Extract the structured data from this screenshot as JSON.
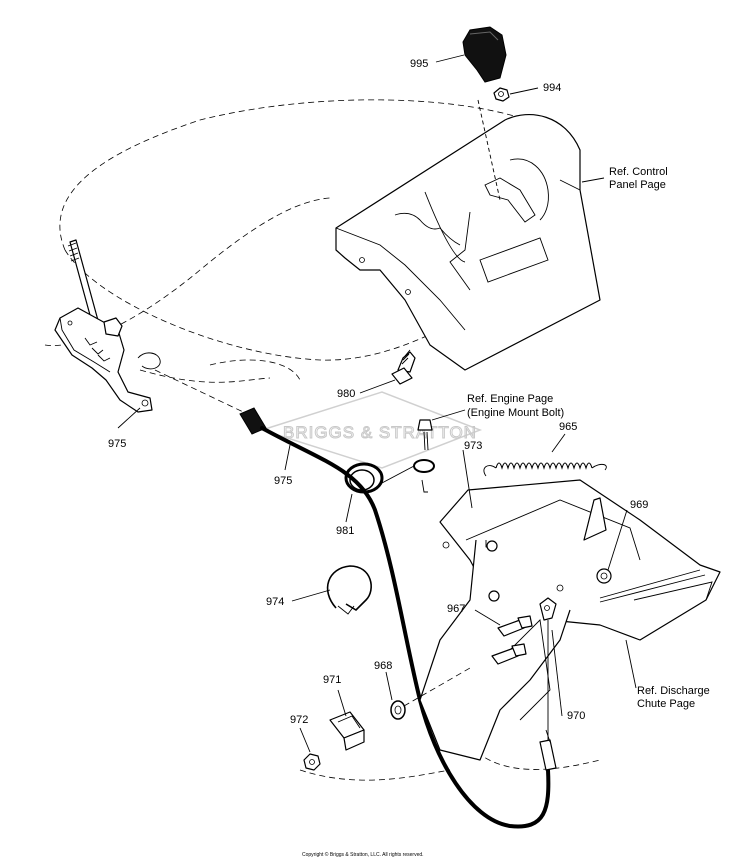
{
  "callouts": {
    "c995": "995",
    "c994": "994",
    "c980": "980",
    "c975a": "975",
    "c975b": "975",
    "c981": "981",
    "c973": "973",
    "c965": "965",
    "c969": "969",
    "c974": "974",
    "c967": "967",
    "c968": "968",
    "c971": "971",
    "c972": "972",
    "c970": "970"
  },
  "refs": {
    "control_panel_line1": "Ref. Control",
    "control_panel_line2": "Panel Page",
    "engine_line1": "Ref. Engine Page",
    "engine_line2": "(Engine Mount Bolt)",
    "discharge_line1": "Ref. Discharge",
    "discharge_line2": "Chute Page"
  },
  "watermark": "BRIGGS & STRATTON",
  "copyright": "Copyright © Briggs & Stratton, LLC. All rights reserved."
}
